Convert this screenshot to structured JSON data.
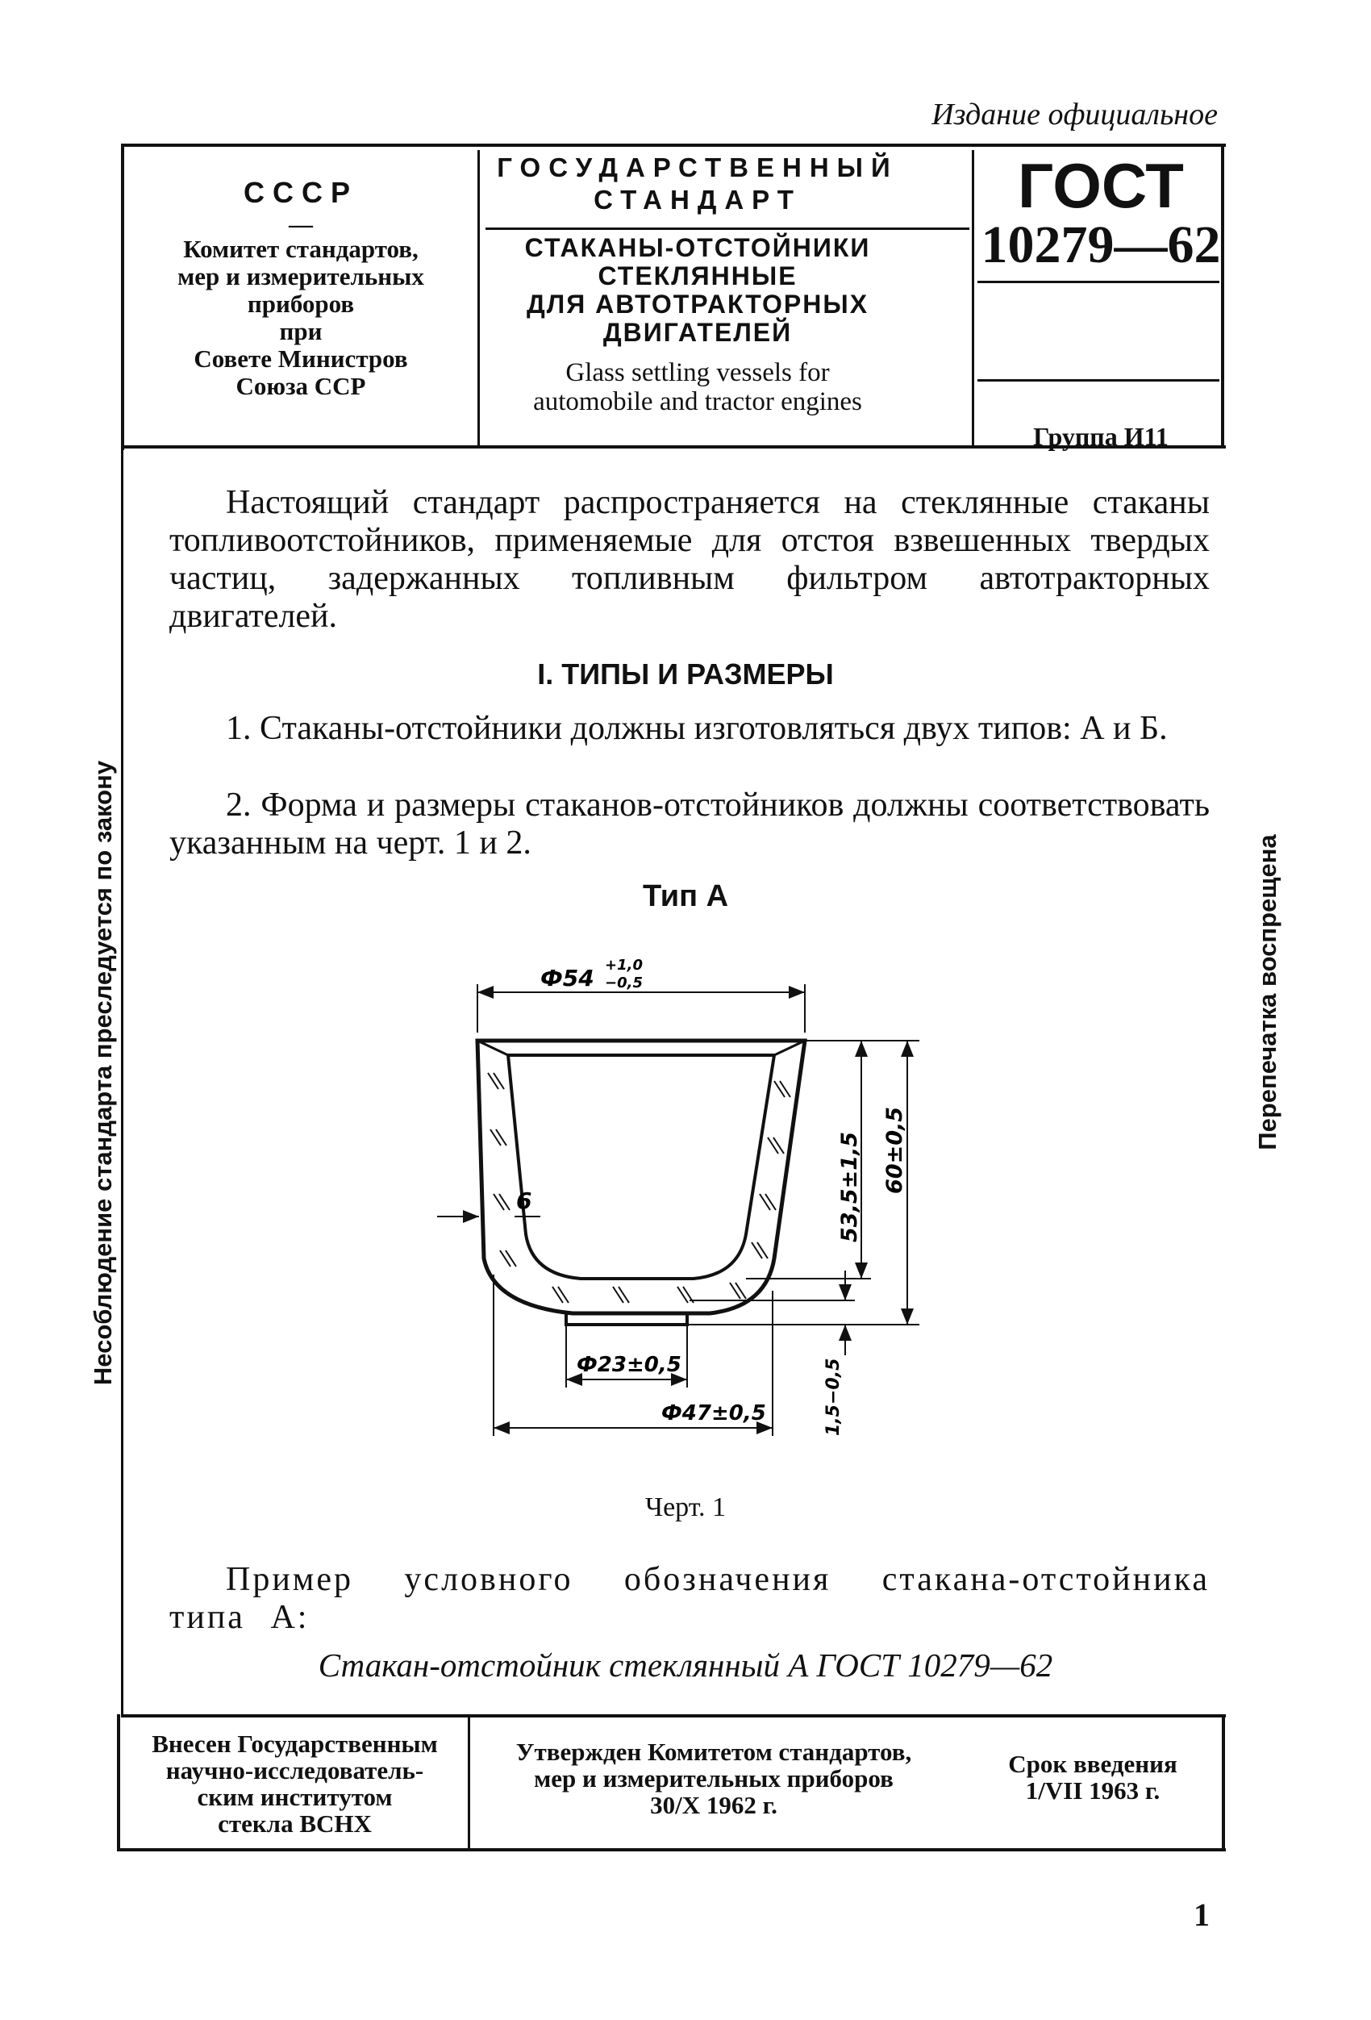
{
  "edition": "Издание официальное",
  "header": {
    "left": {
      "country": "СССР",
      "dash": "—",
      "org_lines": [
        "Комитет стандартов,",
        "мер и измерительных",
        "приборов",
        "при",
        "Совете Министров",
        "Союза ССР"
      ]
    },
    "middle": {
      "type_lines": [
        "ГОСУДАРСТВЕННЫЙ",
        "СТАНДАРТ"
      ],
      "title_lines": [
        "СТАКАНЫ-ОТСТОЙНИКИ",
        "СТЕКЛЯННЫЕ",
        "ДЛЯ АВТОТРАКТОРНЫХ",
        "ДВИГАТЕЛЕЙ"
      ],
      "english_lines": [
        "Glass settling vessels for",
        "automobile and tractor engines"
      ]
    },
    "right": {
      "gost": "ГОСТ",
      "number": "10279—62",
      "group": "Группа И11"
    }
  },
  "body": {
    "intro": "Настоящий стандарт распространяется на стеклянные стаканы топливоотстойников, применяемые для отстоя взвешенных твердых частиц, задержанных топливным фильтром автотракторных двигателей.",
    "section_title": "I. ТИПЫ И РАЗМЕРЫ",
    "item1": "1. Стаканы-отстойники должны изготовляться двух типов: А и Б.",
    "item2": "2. Форма и размеры стаканов-отстойников должны соответствовать указанным на черт. 1 и 2.",
    "type_title": "Тип А",
    "figure_caption": "Черт. 1",
    "example_label": "Пример условного обозначения стакана-отстойника типа А:",
    "example_value": "Стакан-отстойник стеклянный А ГОСТ 10279—62"
  },
  "drawing": {
    "dim_top": "Ф54",
    "dim_top_tol_upper": "+1,0",
    "dim_top_tol_lower": "−0,5",
    "dim_wall": "6",
    "dim_height_outer": "60±0,5",
    "dim_height_inner": "53,5±1,5",
    "dim_bottom_inner": "Ф23±0,5",
    "dim_bottom_outer": "Ф47±0,5",
    "dim_bottom_thick": "1,5−0,5"
  },
  "side": {
    "left": "Несоблюдение стандарта преследуется по закону",
    "right": "Перепечатка воспрещена"
  },
  "footer": {
    "col1_lines": [
      "Внесен Государственным",
      "научно-исследователь-",
      "ским институтом",
      "стекла ВСНХ"
    ],
    "col2_lines": [
      "Утвержден Комитетом стандартов,",
      "мер и измерительных приборов",
      "30/X 1962 г."
    ],
    "col3_lines": [
      "Срок введения",
      "1/VII 1963 г."
    ]
  },
  "page_number": "1"
}
